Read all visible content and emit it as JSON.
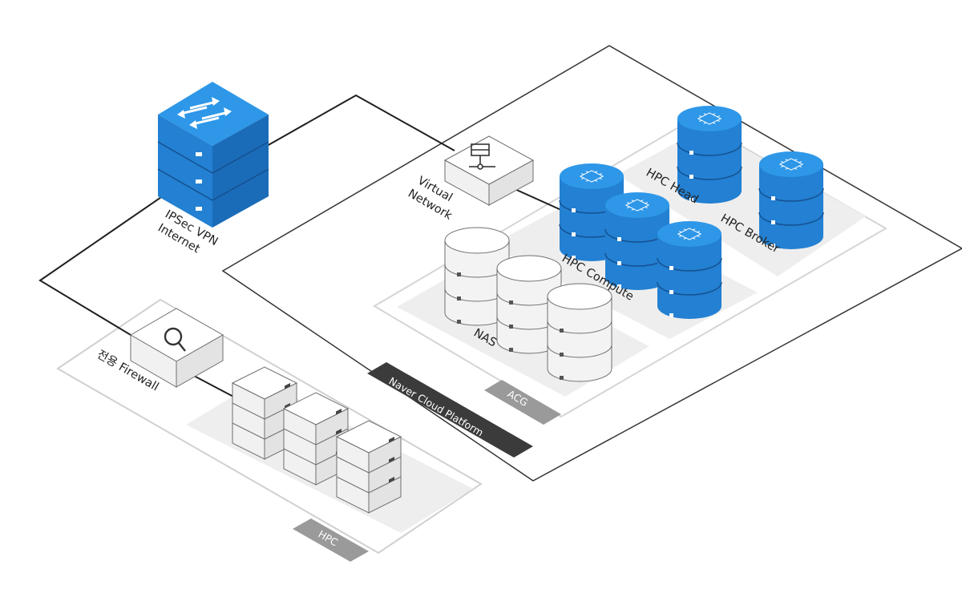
{
  "diagram": {
    "labels": {
      "vpn": [
        "IPSec VPN",
        "Internet"
      ],
      "firewall": "전용 Firewall",
      "vnet": [
        "Virtual",
        "Network"
      ],
      "hpc_head": "HPC Head",
      "hpc_broker": "HPC Broker",
      "hpc_compute": "HPC Compute",
      "nas": "NAS",
      "acg_tag": "ACG",
      "ncp_tag": "Naver Cloud Platform",
      "hpc_tag": "HPC"
    },
    "colors": {
      "accent_blue": "#2e97e8",
      "accent_blue_dark": "#1b6cb8",
      "accent_blue_mid": "#2380d2",
      "dark_tag": "#3b3b3b",
      "gray_tag": "#9a9a9a",
      "line": "#1f1f1f",
      "zone_fill": "#eeeeee"
    },
    "icons": {
      "vpn_device": "switch-arrows-icon",
      "firewall_device": "magnifier-icon",
      "vnet_device": "network-router-icon",
      "hpc_servers": "chip-cylinder-icon",
      "nas_disks": "disk-cylinder-icon",
      "on_premise_servers": "server-box-icon"
    }
  }
}
